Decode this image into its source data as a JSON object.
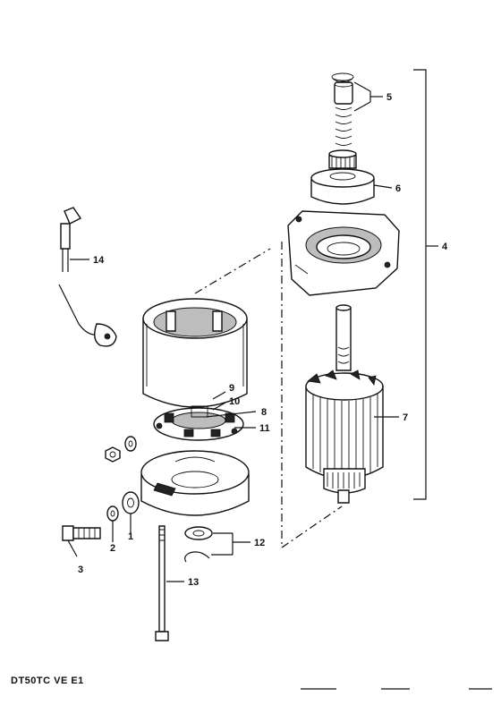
{
  "caption": "DT50TC VE E1",
  "callouts": {
    "c1": "1",
    "c2": "2",
    "c3": "3",
    "c4": "4",
    "c5": "5",
    "c6": "6",
    "c7": "7",
    "c8": "8",
    "c9": "9",
    "c10": "10",
    "c11": "11",
    "c12": "12",
    "c13": "13",
    "c14": "14"
  }
}
